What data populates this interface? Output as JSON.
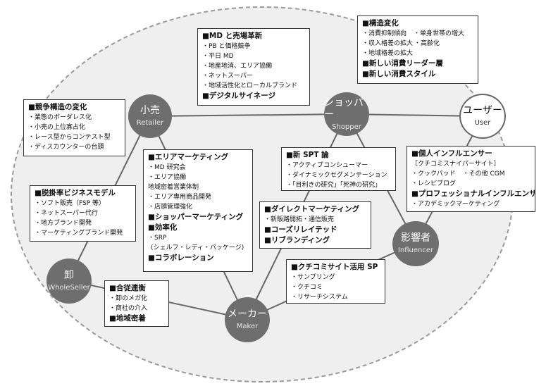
{
  "nodes": {
    "retailer": {
      "jp": "小売",
      "en": "Retailer"
    },
    "shopper": {
      "jp": "ショッパー",
      "en": "Shopper"
    },
    "user": {
      "jp": "ユーザー",
      "en": "User"
    },
    "influencer": {
      "jp": "影響者",
      "en": "Influencer"
    },
    "maker": {
      "jp": "メーカー",
      "en": "Maker"
    },
    "wholeseller": {
      "jp": "卸",
      "en": "WholeSeller"
    }
  },
  "boxes": {
    "competition": {
      "heading": "■競争構造の変化",
      "items": [
        "業態のボーダレス化",
        "小売の上位寡占化",
        "レース型からコンテスト型",
        "ディスカウンターの台頭"
      ]
    },
    "md": {
      "heading": "■MD と売場革新",
      "items": [
        "PB と価格競争",
        "平日 MD",
        "地産地消、エリア協働",
        "ネットスーパー",
        "地域活性化とローカルブランド"
      ],
      "heading2": "■デジタルサイネージ"
    },
    "structure": {
      "heading": "■構造変化",
      "row1": [
        "消費抑制傾向",
        "単身世帯の増大"
      ],
      "row2": [
        "収入格差の拡大",
        "高齢化"
      ],
      "row3": [
        "地域格差の拡大"
      ],
      "heading2": "■新しい消費リーダー層",
      "heading3": "■新しい消費スタイル"
    },
    "area": {
      "heading": "■エリアマーケティング",
      "items": [
        "MD 研究会",
        "エリア協働",
        "地域密着営業体制",
        "エリア専用商品開発",
        "店頭管理強化"
      ],
      "heading2": "■ショッパーマーケティング",
      "heading3": "■効率化",
      "item3a": "SRP",
      "item3b": "(シェルフ・レディ・パッケージ)",
      "heading4": "■コラボレーション"
    },
    "spt": {
      "heading": "■新 SPT 論",
      "items": [
        "アクティブコンシューマー",
        "ダイナミックセグメンテーション",
        "「目利きの研究」「死神の研究」"
      ]
    },
    "influencerbox": {
      "heading": "■個人インフルエンサー",
      "sub": "［クチコミスナイパーサイト］",
      "row1": [
        "クックパッド",
        "その他 CGM"
      ],
      "row2": [
        "レシピブログ"
      ],
      "heading2": "■プロフェッショナルインフルエンサー",
      "items2": [
        "アカデミックマーケティング"
      ]
    },
    "direct": {
      "heading": "■ダイレクトマーケティング",
      "items": [
        "新販路開拓・通信販売"
      ],
      "heading2": "■コーズリレイテッド",
      "heading3": "■リブランディング"
    },
    "margin": {
      "heading": "■脱掛率ビジネスモデル",
      "items": [
        "ソフト販売（FSP 等）",
        "ネットスーパー代行",
        "地方ブランド開発",
        "マーケティングブランド開発"
      ]
    },
    "kuchikomi": {
      "heading": "■クチコミサイト活用 SP",
      "items": [
        "サンプリング",
        "クチコミ",
        "リサーチシステム"
      ]
    },
    "alliance": {
      "heading": "■合従連衡",
      "items": [
        "卸のメガ化",
        "商社の介入"
      ],
      "heading2": "■地域密着"
    }
  },
  "colors": {
    "node_fill": "#6e6e6e",
    "line": "#666666",
    "dashed_ellipse": "#999999",
    "background_ellipse": "#eeeeee"
  }
}
